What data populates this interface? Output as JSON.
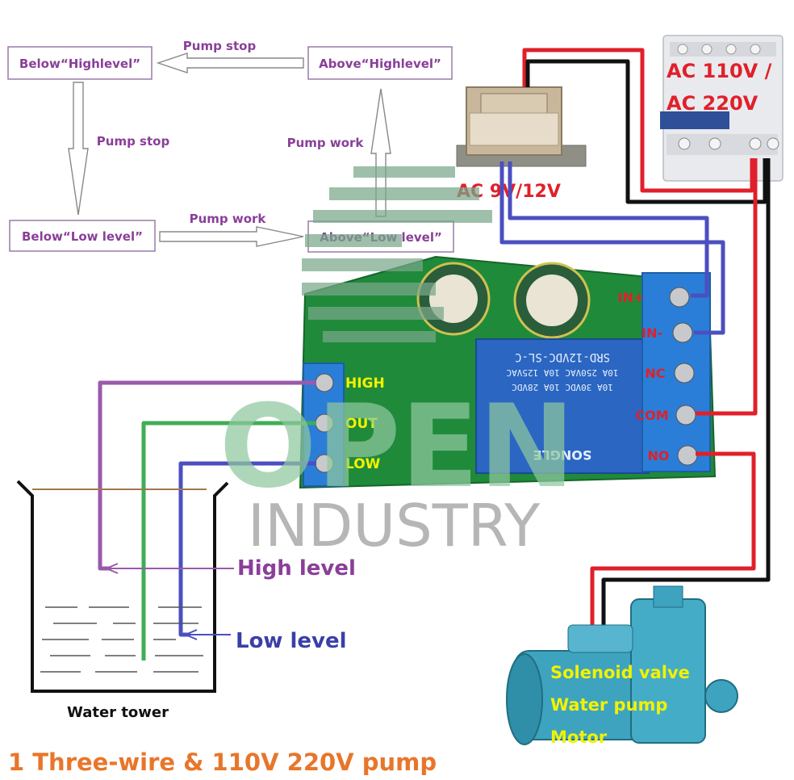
{
  "flow": {
    "box_below_high": "Below“Highlevel”",
    "box_above_high": "Above“Highlevel”",
    "box_below_low": "Below“Low level”",
    "box_above_low": "Above“Low level”",
    "arrow_top": "Pump stop",
    "arrow_left": "Pump stop",
    "arrow_right": "Pump work",
    "arrow_bottom": "Pump work"
  },
  "components": {
    "breaker_label_1": "AC 110V /",
    "breaker_label_2": "AC 220V",
    "transformer_label": "AC 9V/12V",
    "relay_text_1": "SRD-12VDC-SL-C",
    "relay_text_2": "10A 250VAC 10A 125VAC",
    "relay_text_3": "10A 30VDC 10A 28VDC",
    "relay_brand": "SONGLE"
  },
  "terminals": {
    "in_plus": "IN+",
    "in_minus": "IN-",
    "nc": "NC",
    "com": "COM",
    "no": "NO",
    "high": "HIGH",
    "out": "OUT",
    "low": "LOW"
  },
  "tank": {
    "high_label": "High level",
    "low_label": "Low level",
    "caption": "Water tower"
  },
  "pump": {
    "line1": "Solenoid valve",
    "line2": "Water pump",
    "line3": "Motor"
  },
  "watermark": {
    "line1": "OPEN",
    "line2": "INDUSTRY"
  },
  "footer": "1 Three-wire & 110V 220V pump",
  "colors": {
    "wire_red": "#e0202a",
    "wire_black": "#111111",
    "wire_blue": "#4b4fc0",
    "wire_purple": "#9a5aaa",
    "wire_green": "#3fae55",
    "flow_purple": "#8a3f99",
    "footer_orange": "#e8762a",
    "label_yellow": "#f2f200",
    "label_red": "#e0202a"
  }
}
